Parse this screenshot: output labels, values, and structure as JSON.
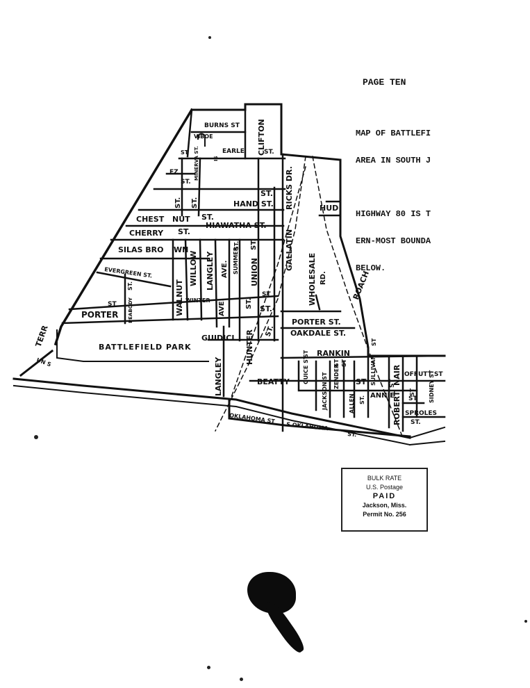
{
  "page_header": "PAGE TEN",
  "caption": {
    "lines": [
      "MAP OF BATTLEFI",
      "AREA IN SOUTH J"
    ],
    "note_lines": [
      "HIGHWAY 80 IS T",
      "ERN-MOST BOUNDA",
      "BELOW."
    ]
  },
  "map": {
    "park_label": "BATTLEFIELD PARK",
    "streets": {
      "burns": "BURNS ST",
      "viboe": "VIBOE",
      "st1": "ST",
      "minerva": "MINERVA ST.",
      "is": "IS",
      "earle": "EARLE",
      "st2": "ST.",
      "clifton": "CLIFTON",
      "ez": "EZ",
      "st3": "ST.",
      "st4": "ST.",
      "hand": "HAND ST.",
      "ricks": "RICKS DR.",
      "st5": "ST.",
      "st6": "ST.",
      "hud": "HUD",
      "chest": "CHEST",
      "nut": "NUT",
      "st7": "ST.",
      "hiawatha": "HIAWATHA ST.",
      "cherry": "CHERRY",
      "st8": "ST.",
      "gallatin": "GALLATIN",
      "silas": "SILAS BRO",
      "wn": "WN",
      "st9": "ST.",
      "st10": "ST.",
      "summer": "SUMMER",
      "wholesale": "WHOLESALE",
      "rd": "RD.",
      "evergreen": "EVERGREEN ST.",
      "st11": "ST.",
      "walnut": "WALNUT",
      "willow": "WILLOW",
      "langley1": "LANGLEY",
      "ave1": "AVE.",
      "union": "UNION",
      "roach": "ROACH",
      "winter": "WINTER",
      "ave2": "AVE.",
      "st12": "ST.",
      "st13": "ST",
      "st14": "ST.",
      "st15": "ST",
      "peabody": "PEABODY",
      "porter": "PORTER",
      "porter_st": "PORTER ST.",
      "terr": "TERR",
      "guidici": "GUIDICI",
      "hunter": "HUNTER",
      "st16": "ST.",
      "oakdale": "OAKDALE ST.",
      "un": "UN S",
      "st17": "ST",
      "rankin": "RANKIN",
      "st18": "ST",
      "sullivan": "SULLIVAN",
      "st19": "ST",
      "langley2": "LANGLEY",
      "beatty": "BEATTY",
      "guice": "GUICE ST",
      "jackson": "JACKSON ST",
      "zender": "ZENDER",
      "st20": "ST",
      "st21": "ST",
      "robert": "ROBERT",
      "nair": "NAIR",
      "offutt": "OFFUTT ST",
      "sidney": "SIDNEY ST",
      "st22": "ST",
      "allen": "ALLEN",
      "st23": "ST.",
      "annie": "ANNIE",
      "st24": "ST",
      "sproles": "SPROLES",
      "st25": "ST.",
      "st26": "ST",
      "oklahoma1": "OKLAHOMA ST",
      "oklahoma2": "S OKLAHOMA",
      "st27": "ST."
    }
  },
  "stamp": {
    "line1": "BULK RATE",
    "line2": "U.S. Postage",
    "line3": "PAID",
    "line4": "Jackson, Miss.",
    "line5": "Permit No. 256"
  }
}
